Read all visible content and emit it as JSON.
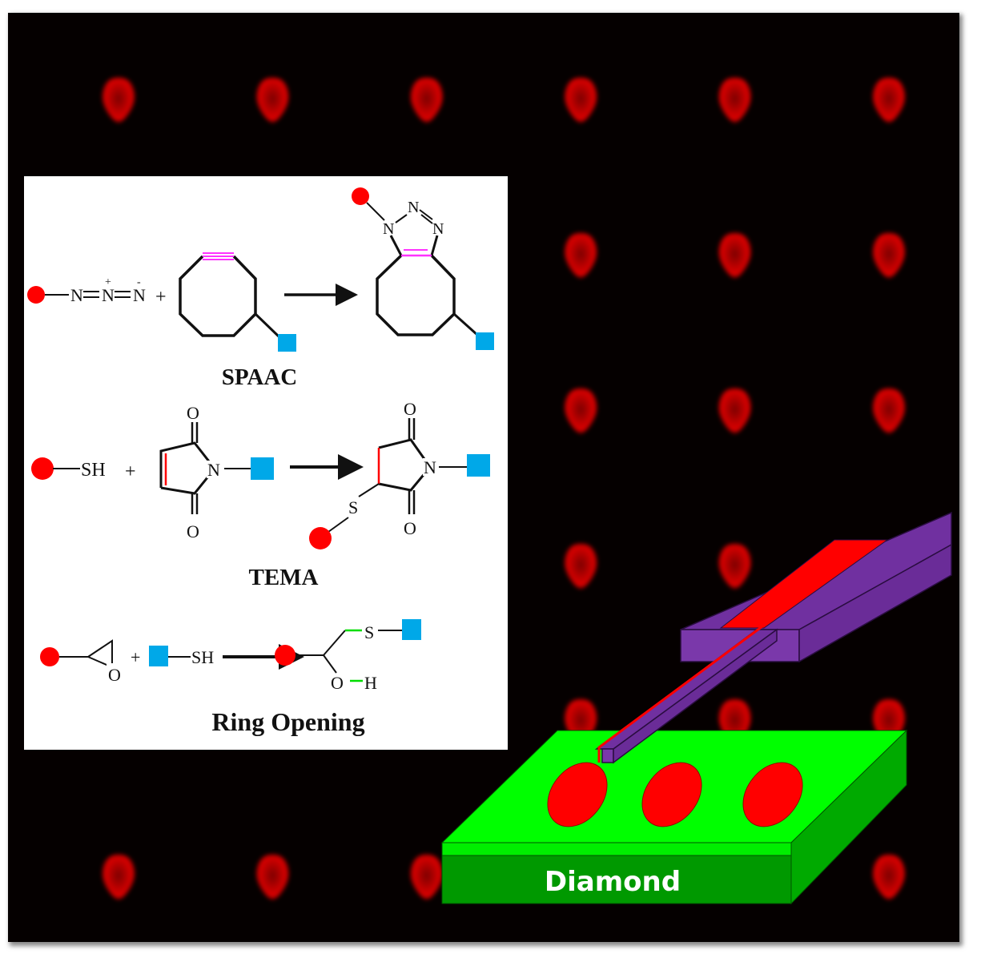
{
  "figure": {
    "background": {
      "description": "fluorescence microscopy image of a red spot array",
      "spot_grid": {
        "rows": 6,
        "columns": 6
      },
      "background_color": "#050000",
      "spot_color": "#d00000"
    },
    "reactions_panel": {
      "reactions": [
        {
          "name": "SPAAC",
          "reactant_1": {
            "groups": [
              "N",
              "=",
              "N",
              "=",
              "N"
            ],
            "charges": [
              "",
              "+",
              "-"
            ]
          },
          "plus": "+",
          "reactant_2": {
            "ring": "cyclooctyne",
            "highlight": "triple bond"
          },
          "product": {
            "ring": "triazole fused cyclooctene",
            "atoms": [
              "N",
              "N",
              "N"
            ],
            "highlight": "double bond"
          },
          "highlight_color": "#ff33ff"
        },
        {
          "name": "TEMA",
          "reactant_1": {
            "group": "SH"
          },
          "plus": "+",
          "reactant_2": {
            "ring": "maleimide",
            "atoms": [
              "O",
              "N",
              "O"
            ],
            "highlight": "C=C double bond"
          },
          "product": {
            "ring": "succinimide thioether",
            "atoms": [
              "O",
              "N",
              "O",
              "S"
            ],
            "highlight": "C-C single bond"
          },
          "highlight_color": "#ff0000"
        },
        {
          "name": "Ring Opening",
          "reactant_1": {
            "ring": "epoxide",
            "atom": "O"
          },
          "plus": "+",
          "reactant_2": {
            "group": "SH"
          },
          "product": {
            "atoms": [
              "S",
              "O",
              "H"
            ]
          },
          "highlight_color": "#00dd00"
        }
      ],
      "legend_colors": {
        "red_circle": "#ff0000",
        "blue_square": "#00a8e8"
      }
    },
    "chip_illustration": {
      "substrate_label": "Diamond",
      "substrate_color": "#00ff00",
      "substrate_side_color": "#009900",
      "probe_color": "#7030a0",
      "ink_color": "#ff0000",
      "printed_spots": 3
    }
  }
}
